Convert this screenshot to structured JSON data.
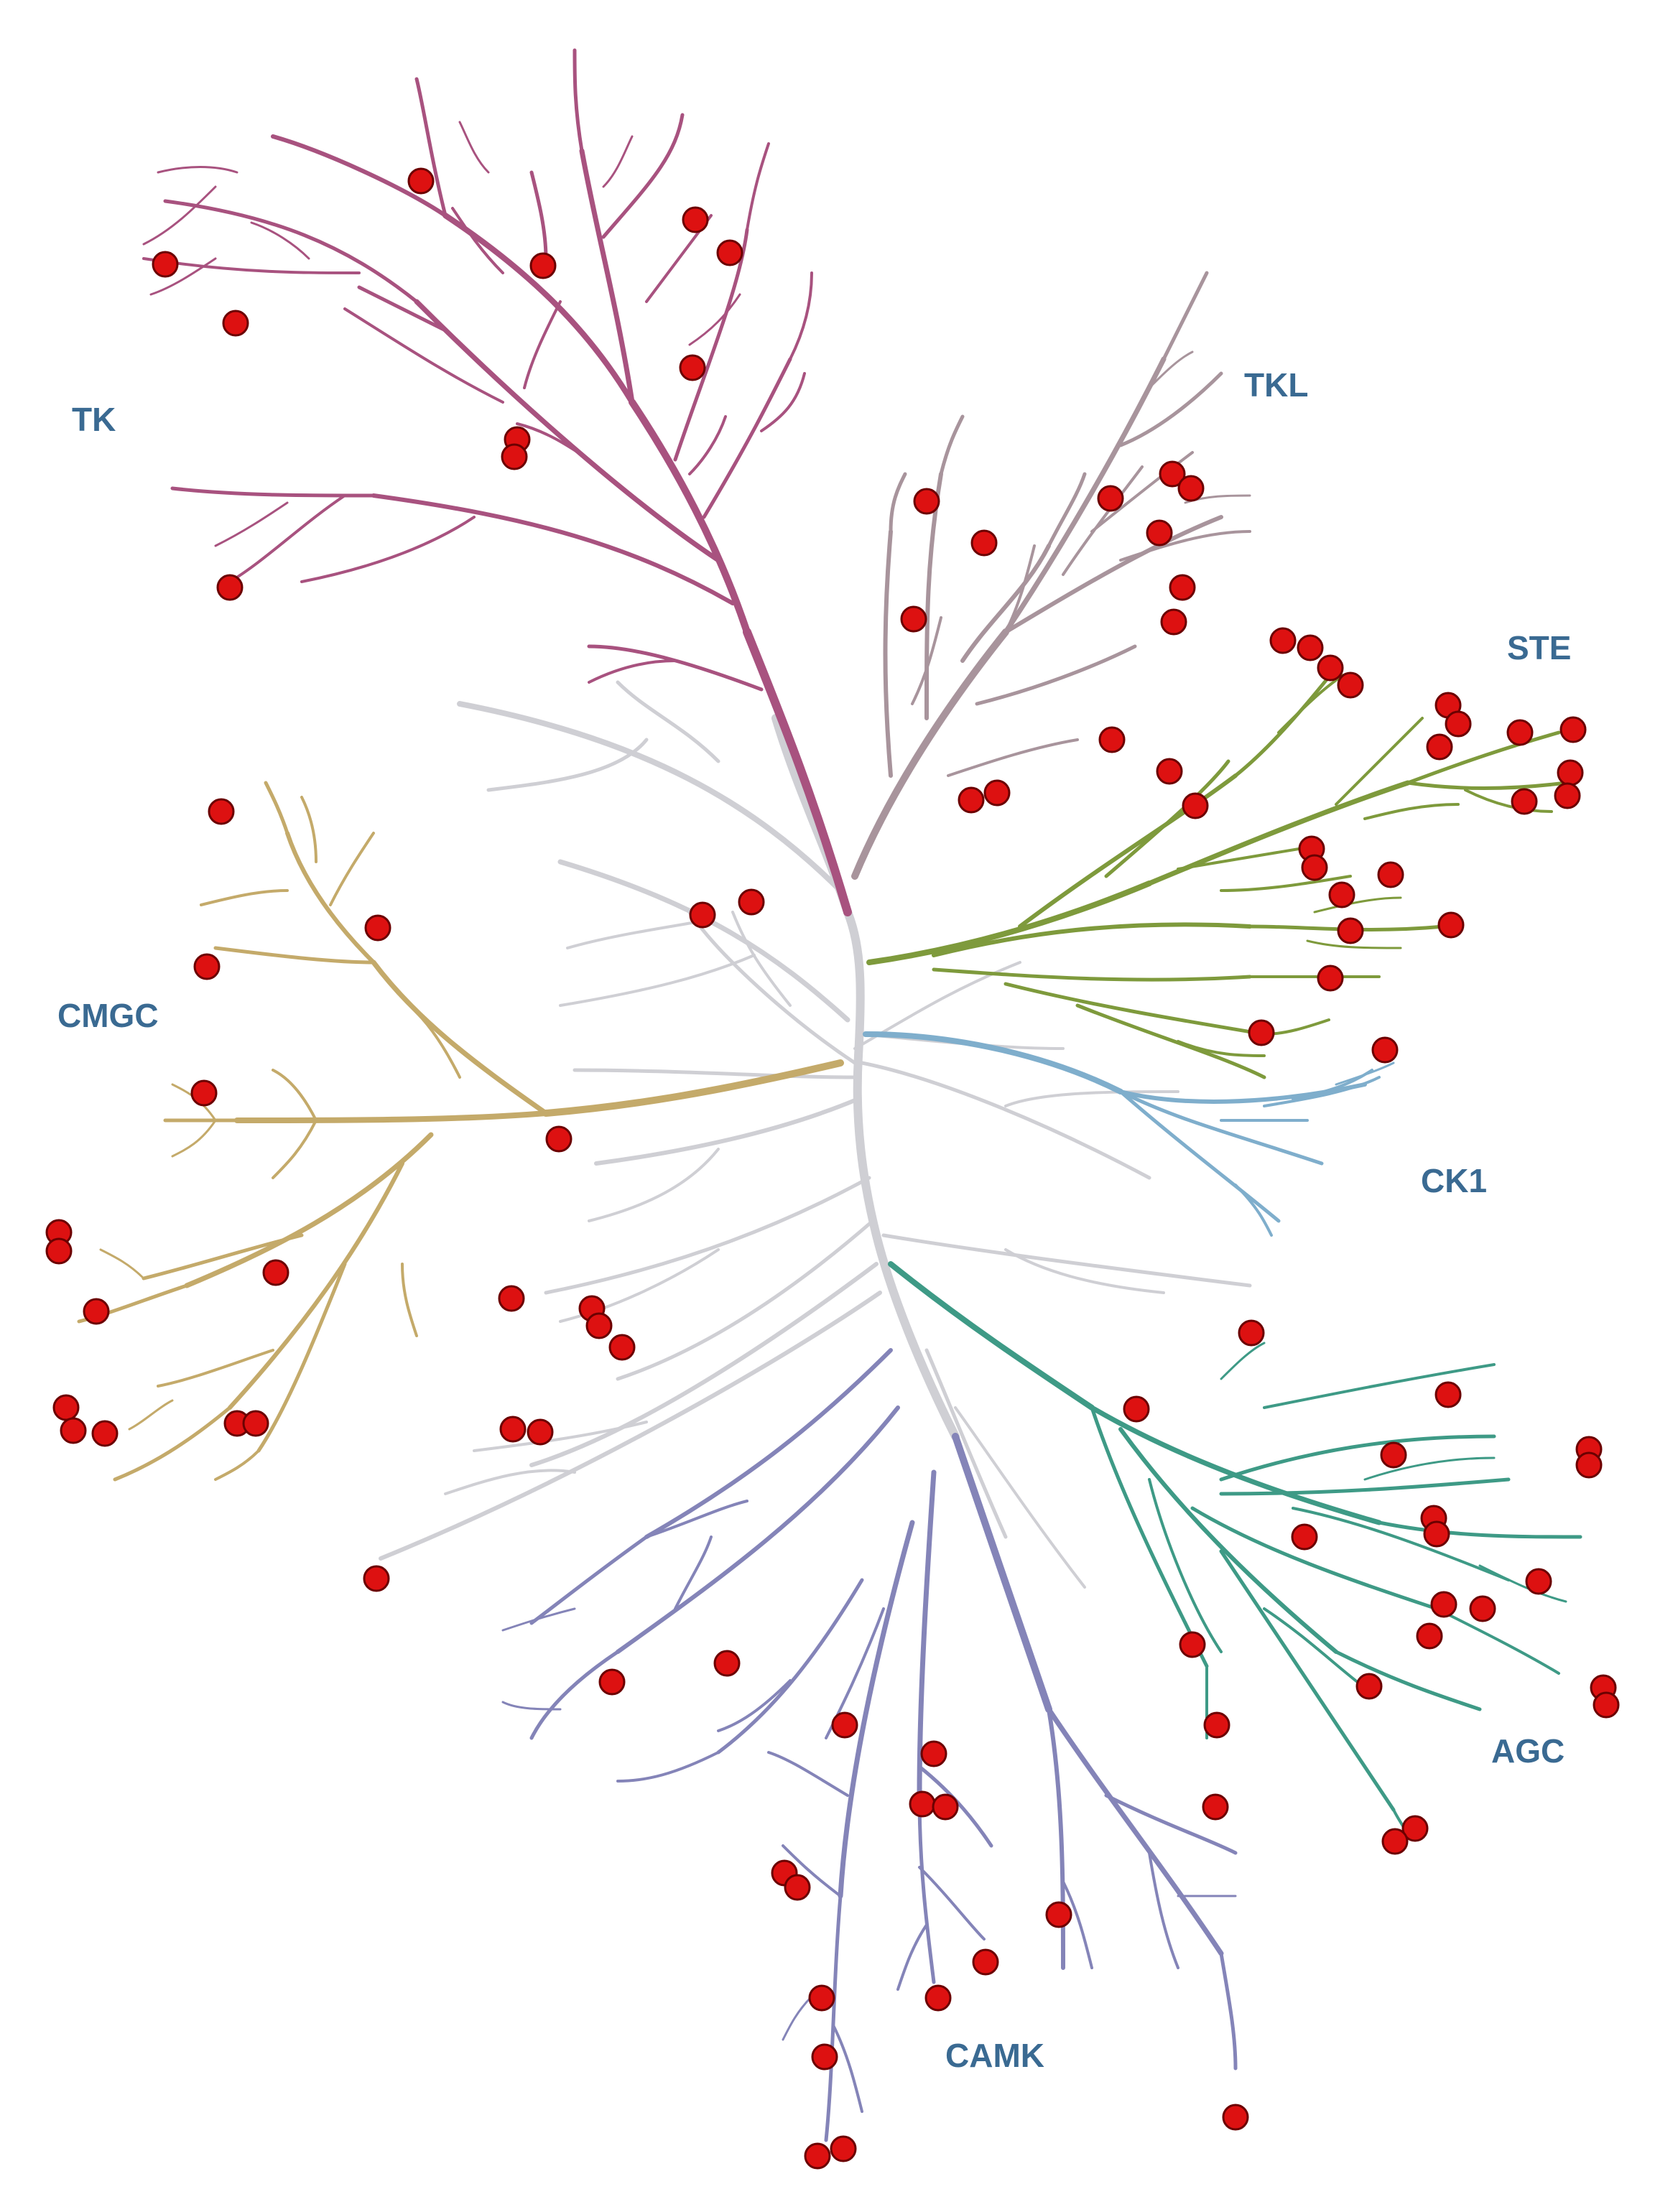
{
  "figure": {
    "type": "kinome-phylogenetic-tree",
    "marker_color": "#dd1111",
    "label_color": "#3a6a92",
    "unclassified_color": "#cfcfd4"
  },
  "families": [
    {
      "id": "tk",
      "label": "TK",
      "color": "#a8527f"
    },
    {
      "id": "tkl",
      "label": "TKL",
      "color": "#a8949c"
    },
    {
      "id": "ste",
      "label": "STE",
      "color": "#7e9a3c"
    },
    {
      "id": "ck1",
      "label": "CK1",
      "color": "#7faecc"
    },
    {
      "id": "agc",
      "label": "AGC",
      "color": "#3e9a86"
    },
    {
      "id": "camk",
      "label": "CAMK",
      "color": "#8484b8"
    },
    {
      "id": "cmgc",
      "label": "CMGC",
      "color": "#c4aa6a"
    }
  ]
}
